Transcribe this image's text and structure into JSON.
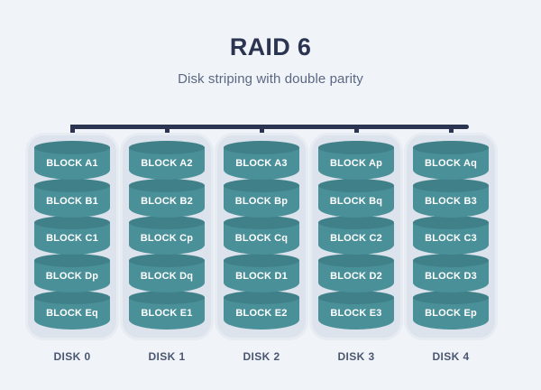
{
  "header": {
    "title": "RAID 6",
    "subtitle": "Disk striping with double parity"
  },
  "colors": {
    "background": "#f0f3f7",
    "title": "#2b3450",
    "subtitle": "#5b6883",
    "bus": "#2b3450",
    "cylinder_body": "#4a9099",
    "cylinder_top": "#3f8089",
    "casing": "#dde3ec",
    "casing_outline": "#e7ebf2",
    "block_text": "#ffffff",
    "disk_label": "#4a5771"
  },
  "diagram": {
    "bus_name": "raid-controller-bus",
    "disks": [
      {
        "label": "DISK 0",
        "blocks": [
          "BLOCK A1",
          "BLOCK B1",
          "BLOCK C1",
          "BLOCK Dp",
          "BLOCK Eq"
        ]
      },
      {
        "label": "DISK 1",
        "blocks": [
          "BLOCK A2",
          "BLOCK B2",
          "BLOCK Cp",
          "BLOCK Dq",
          "BLOCK E1"
        ]
      },
      {
        "label": "DISK 2",
        "blocks": [
          "BLOCK A3",
          "BLOCK Bp",
          "BLOCK Cq",
          "BLOCK D1",
          "BLOCK E2"
        ]
      },
      {
        "label": "DISK 3",
        "blocks": [
          "BLOCK Ap",
          "BLOCK Bq",
          "BLOCK C2",
          "BLOCK D2",
          "BLOCK E3"
        ]
      },
      {
        "label": "DISK 4",
        "blocks": [
          "BLOCK Aq",
          "BLOCK B3",
          "BLOCK C3",
          "BLOCK D3",
          "BLOCK Ep"
        ]
      }
    ]
  }
}
